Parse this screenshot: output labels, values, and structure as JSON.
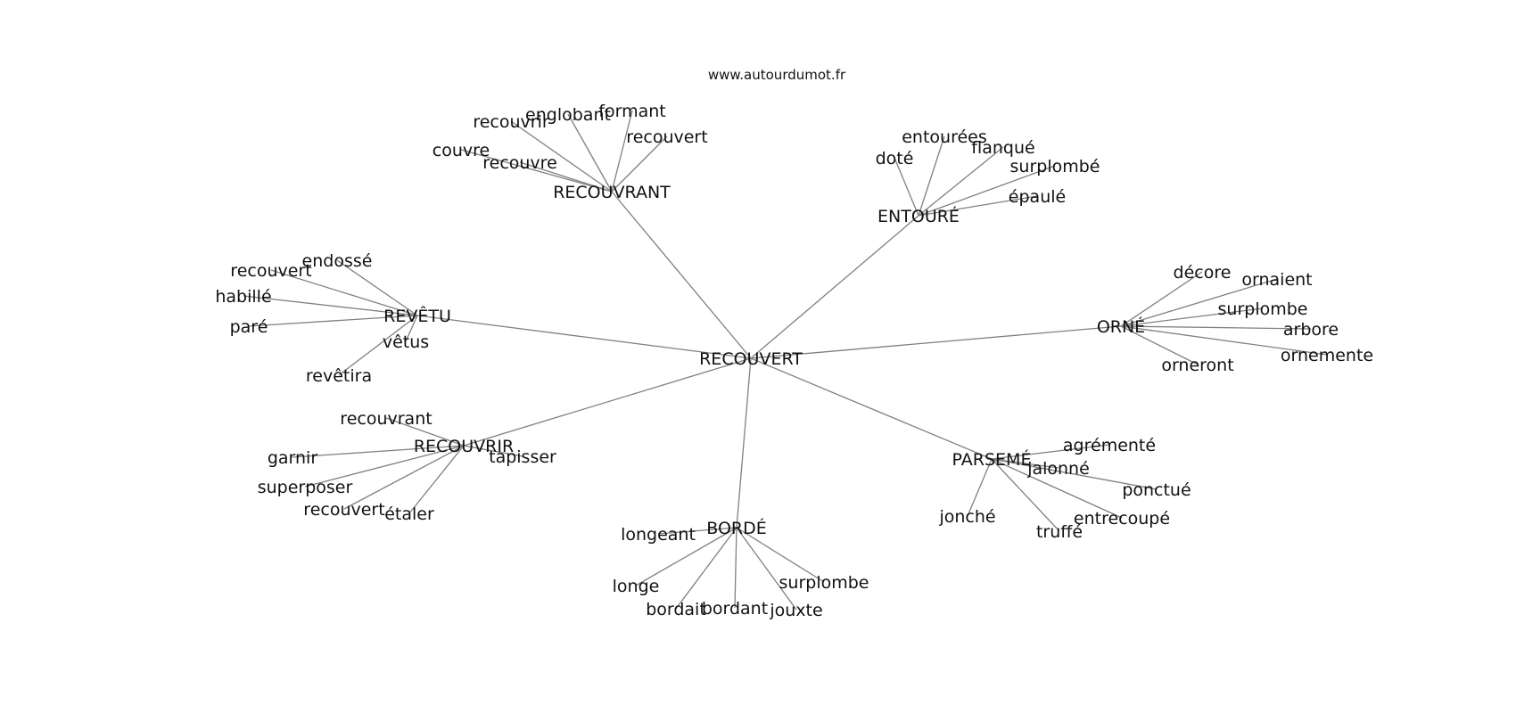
{
  "source": "www.autourdumot.fr",
  "colors": {
    "edge": "#808080",
    "text": "#111111",
    "background": "#ffffff"
  },
  "center": {
    "id": "recouvert",
    "label": "RECOUVERT"
  },
  "groups": [
    {
      "id": "recouvrant",
      "label": "RECOUVRANT",
      "leaves": [
        "recouvrir",
        "englobant",
        "formant",
        "recouvert",
        "couvre",
        "recouvre"
      ]
    },
    {
      "id": "entoure",
      "label": "ENTOURÉ",
      "leaves": [
        "entourées",
        "doté",
        "flanqué",
        "surplombé",
        "épaulé"
      ]
    },
    {
      "id": "orne",
      "label": "ORNÉ",
      "leaves": [
        "décore",
        "ornaient",
        "surplombe",
        "arbore",
        "ornemente",
        "orneront"
      ]
    },
    {
      "id": "parseme",
      "label": "PARSEMÉ",
      "leaves": [
        "agrémenté",
        "jalonné",
        "ponctué",
        "entrecoupé",
        "truffé",
        "jonché"
      ]
    },
    {
      "id": "borde",
      "label": "BORDÉ",
      "leaves": [
        "longeant",
        "surplombe",
        "longe",
        "bordait",
        "bordant",
        "jouxte"
      ]
    },
    {
      "id": "recouvrir",
      "label": "RECOUVRIR",
      "leaves": [
        "recouvrant",
        "garnir",
        "tapisser",
        "superposer",
        "recouvert",
        "étaler"
      ]
    },
    {
      "id": "revetu",
      "label": "REVÊTU",
      "leaves": [
        "endossé",
        "recouvert",
        "habillé",
        "paré",
        "vêtus",
        "revêtira"
      ]
    }
  ]
}
